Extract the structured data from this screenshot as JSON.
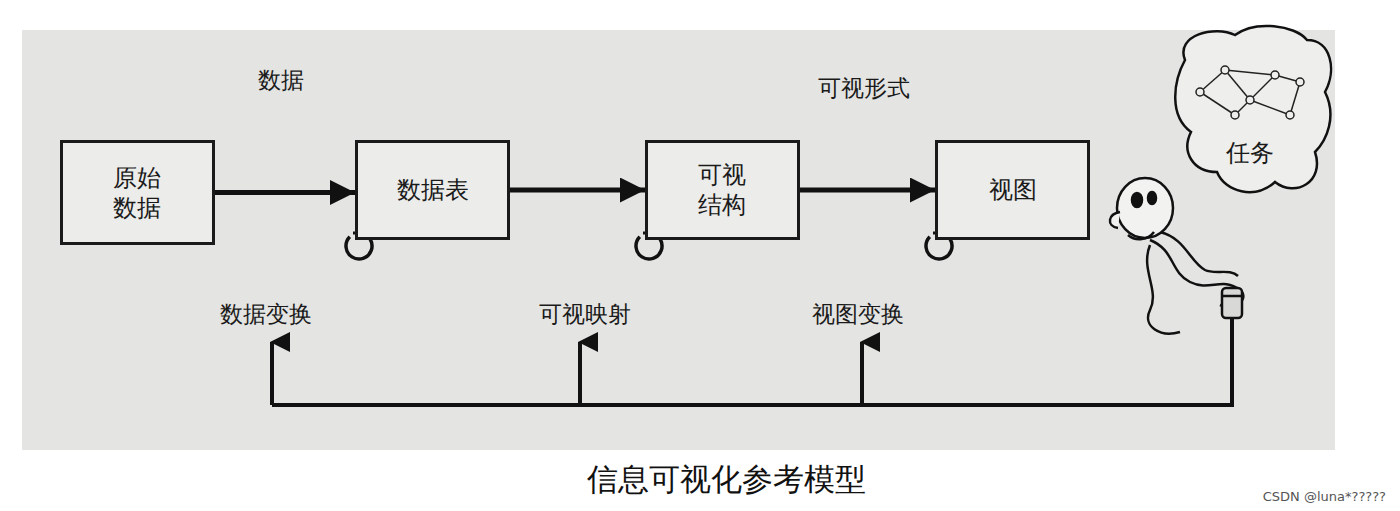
{
  "diagram": {
    "caption": "信息可视化参考模型",
    "nodes": [
      {
        "text": [
          "原始 数据"
        ]
      },
      {
        "text": [
          "数据表"
        ]
      },
      {
        "text": [
          "可视 结构"
        ]
      },
      {
        "text": [
          "视图"
        ]
      },
      {
        "text": [
          "任务"
        ]
      }
    ],
    "edges": [
      {
        "from": 0,
        "to": 1,
        "arrow": "to"
      },
      {
        "from": 1,
        "to": 2,
        "arrow": "to"
      },
      {
        "from": 2,
        "to": 3,
        "arrow": "to"
      }
    ],
    "labels": [
      "数据",
      "可视形式",
      "数据变换",
      "可视映射",
      "视图变换",
      "CSDN @luna*?????"
    ]
  }
}
